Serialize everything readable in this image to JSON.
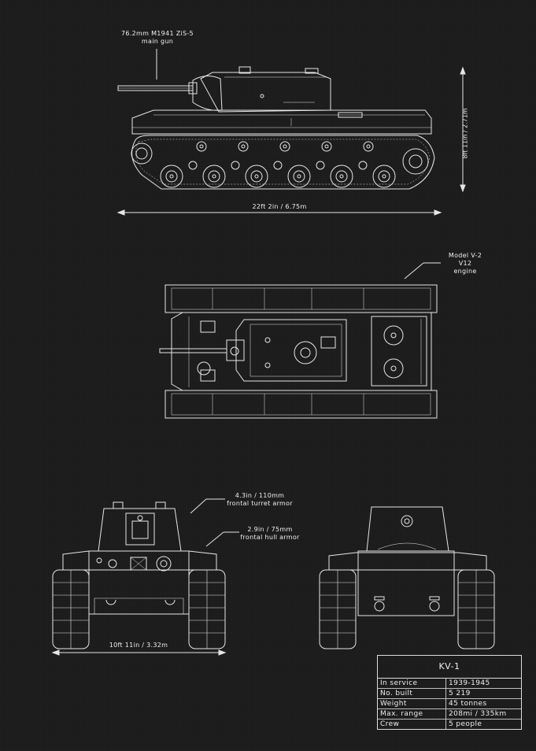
{
  "side_view": {
    "gun_label_line1": "76.2mm M1941 ZiS-5",
    "gun_label_line2": "main gun",
    "length_label": "22ft 2in / 6.75m",
    "height_label": "8ft 11in / 2.71m"
  },
  "top_view": {
    "engine_label_line1": "Model V-2",
    "engine_label_line2": "V12",
    "engine_label_line3": "engine"
  },
  "front_view": {
    "turret_armor_line1": "4.3in / 110mm",
    "turret_armor_line2": "frontal turret armor",
    "hull_armor_line1": "2.9in / 75mm",
    "hull_armor_line2": "frontal hull armor",
    "width_label": "10ft 11in / 3.32m"
  },
  "spec_table": {
    "title": "KV-1",
    "rows": [
      {
        "key": "In service",
        "value": "1939-1945"
      },
      {
        "key": "No. built",
        "value": "5 219"
      },
      {
        "key": "Weight",
        "value": "45 tonnes"
      },
      {
        "key": "Max. range",
        "value": "208mi / 335km"
      },
      {
        "key": "Crew",
        "value": "5 people"
      }
    ]
  },
  "colors": {
    "background": "#1b1b1b",
    "line": "#ececec"
  }
}
